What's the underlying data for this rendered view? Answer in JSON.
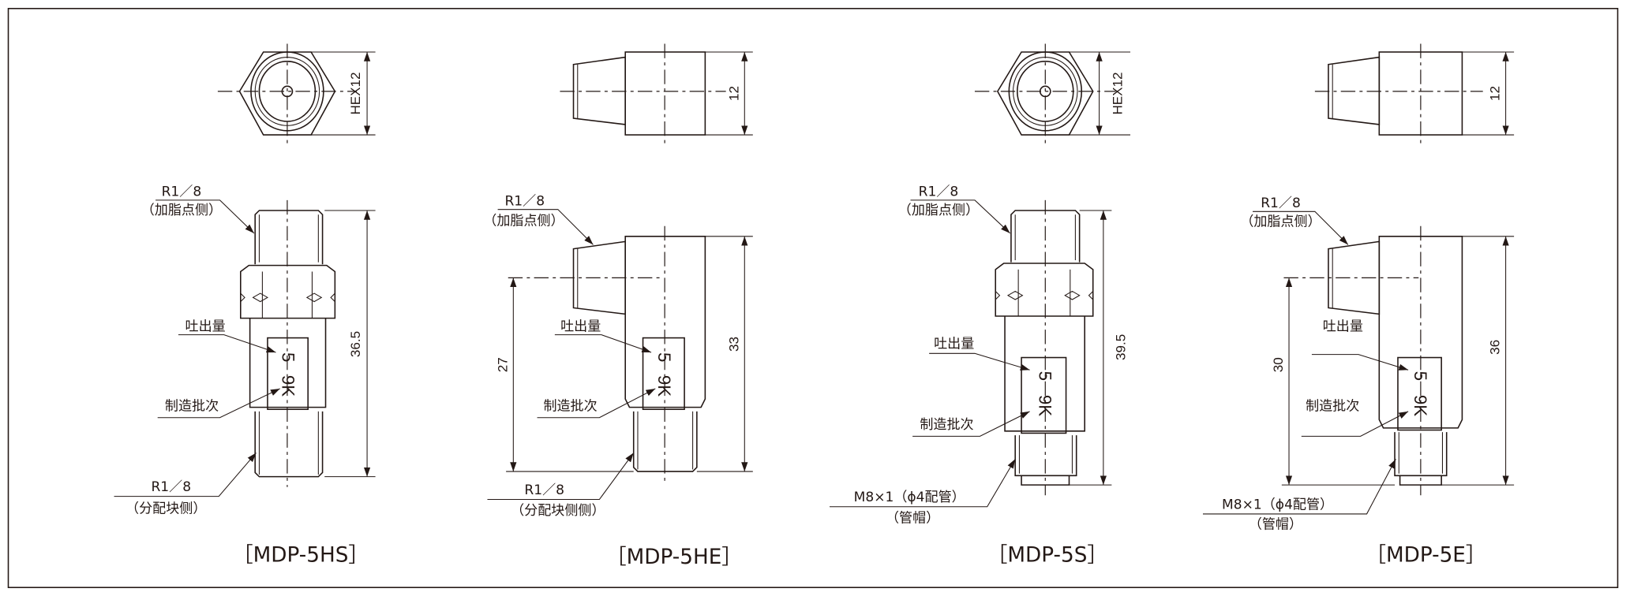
{
  "colors": {
    "line": "#231815",
    "background": "#ffffff"
  },
  "drawings": [
    {
      "title": "［MDP-5HS］",
      "hex_label": "HEX12",
      "length": "36.5",
      "inlet_thread": "R1／8",
      "inlet_side": "（加脂点侧）",
      "output_label": "吐出量",
      "batch_label": "制造批次",
      "outlet_thread": "R1／8",
      "outlet_side": "（分配块侧）",
      "mark_output": "5",
      "mark_batch": "9K"
    },
    {
      "title": "［MDP-5HE］",
      "width_dim": "12",
      "length": "33",
      "offset": "27",
      "inlet_thread": "R1／8",
      "inlet_side": "（加脂点侧）",
      "output_label": "吐出量",
      "batch_label": "制造批次",
      "outlet_thread": "R1／8",
      "outlet_side": "（分配块侧侧）",
      "mark_output": "5",
      "mark_batch": "9K"
    },
    {
      "title": "［MDP-5S］",
      "hex_label": "HEX12",
      "length": "39.5",
      "inlet_thread": "R1／8",
      "inlet_side": "（加脂点侧）",
      "output_label": "吐出量",
      "batch_label": "制造批次",
      "outlet_thread": "M8×1（ϕ4配管）",
      "outlet_side": "（管帽）",
      "mark_output": "5",
      "mark_batch": "9K"
    },
    {
      "title": "［MDP-5E］",
      "width_dim": "12",
      "length": "36",
      "offset": "30",
      "inlet_thread": "R1／8",
      "inlet_side": "（加脂点侧）",
      "output_label": "吐出量",
      "batch_label": "制造批次",
      "outlet_thread": "M8×1（ϕ4配管）",
      "outlet_side": "（管帽）",
      "mark_output": "5",
      "mark_batch": "9K"
    }
  ]
}
